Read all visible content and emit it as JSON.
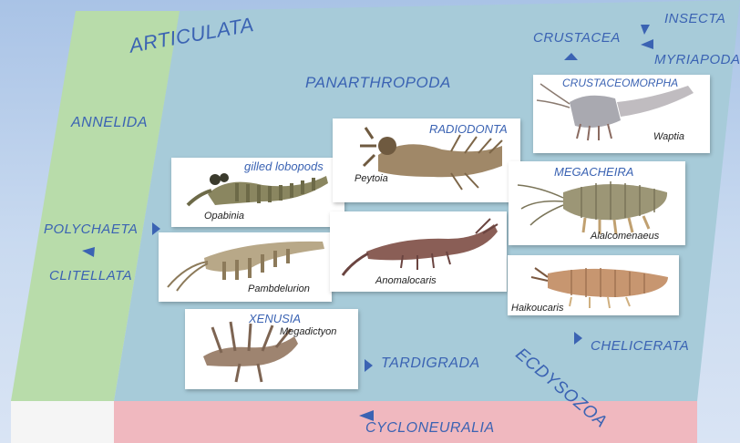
{
  "labels": {
    "articulata": "ARTICULATA",
    "annelida": "ANNELIDA",
    "panarthropoda": "PANARTHROPODA",
    "crustacea": "CRUSTACEA",
    "insecta": "INSECTA",
    "myriapoda": "MYRIAPODA",
    "polychaeta": "POLYCHAETA",
    "clitellata": "CLITELLATA",
    "tardigrada": "TARDIGRADA",
    "ecdysozoa": "ECDYSOZOA",
    "chelicerata": "CHELICERATA",
    "cycloneuralia": "CYCLONEURALIA"
  },
  "cards": {
    "opabinia": {
      "group": "gilled lobopods",
      "species": "Opabinia"
    },
    "pambdelurion": {
      "group": "",
      "species": "Pambdelurion"
    },
    "megadictyon": {
      "group": "XENUSIA",
      "species": "Megadictyon"
    },
    "peytoia": {
      "group": "RADIODONTA",
      "species": "Peytoia"
    },
    "anomalocaris": {
      "group": "",
      "species": "Anomalocaris"
    },
    "waptia": {
      "group": "CRUSTACEOMORPHA",
      "species": "Waptia"
    },
    "alalcomenaeus": {
      "group": "MEGACHEIRA",
      "species": "Alalcomenaeus"
    },
    "haikoucaris": {
      "group": "",
      "species": "Haikoucaris"
    }
  },
  "colors": {
    "panel_blue": "#a7cbd9",
    "annelida_green": "#b8dcaa",
    "cycloneuralia_pink": "#f0b8bf",
    "label_blue": "#3b63b3"
  }
}
